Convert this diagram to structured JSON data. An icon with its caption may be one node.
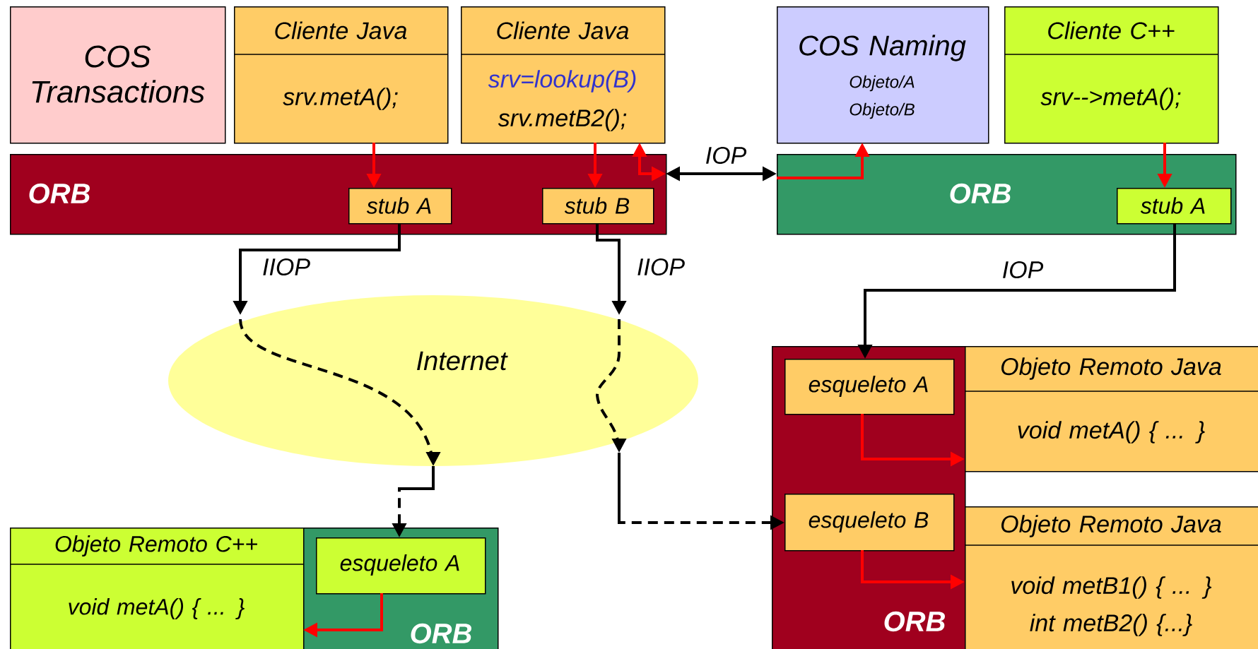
{
  "diagram": {
    "nodes": [
      {
        "text": [
          "COS Transactions"
        ]
      },
      {
        "text": [
          "Cliente Java",
          "srv.metA();"
        ]
      },
      {
        "text": [
          "Cliente Java",
          "srv=lookup(B)",
          "srv.metB2();"
        ]
      },
      {
        "text": [
          "COS Naming",
          "Objeto/A",
          "Objeto/B"
        ]
      },
      {
        "text": [
          "Cliente C++",
          "srv-->metA();"
        ]
      },
      {
        "text": [
          "ORB"
        ]
      },
      {
        "text": [
          "stub A"
        ],
        "in": 5
      },
      {
        "text": [
          "stub B"
        ],
        "in": 5
      },
      {
        "text": [
          "ORB"
        ]
      },
      {
        "text": [
          "stub A"
        ],
        "in": 8
      },
      {
        "text": [
          "Internet"
        ]
      },
      {
        "text": [
          "ORB"
        ]
      },
      {
        "text": [
          "esqueleto A"
        ],
        "in": 11
      },
      {
        "text": [
          "Objeto Remoto Java",
          "void metA() { ... }"
        ]
      },
      {
        "text": [
          "esqueleto B"
        ],
        "in": 11
      },
      {
        "text": [
          "Objeto Remoto Java",
          "void metB1() { ... }",
          "int metB2() {...}"
        ]
      },
      {
        "text": [
          "Objeto Remoto C++",
          "void metA() { ... }"
        ]
      },
      {
        "text": [
          "ORB"
        ]
      },
      {
        "text": [
          "esqueleto A"
        ],
        "in": 17
      }
    ],
    "edges": [
      {
        "from": 1,
        "to": 6,
        "arrow": "to"
      },
      {
        "from": 2,
        "to": 7,
        "arrow": "to"
      },
      {
        "from": 2,
        "to": 5,
        "arrow": "both"
      },
      {
        "from": 5,
        "to": 8,
        "arrow": "both",
        "label": "IOP",
        "color": "#000000"
      },
      {
        "from": 8,
        "to": 3,
        "arrow": "to"
      },
      {
        "from": 4,
        "to": 9,
        "arrow": "to"
      },
      {
        "from": 6,
        "to": 10,
        "arrow": "to",
        "label": "IIOP",
        "color": "#000000"
      },
      {
        "from": 10,
        "to": 18,
        "arrow": "to",
        "style": "dashed",
        "color": "#000000"
      },
      {
        "from": 7,
        "to": 10,
        "arrow": "to",
        "label": "IIOP",
        "color": "#000000"
      },
      {
        "from": 10,
        "to": 14,
        "arrow": "to",
        "style": "dashed",
        "color": "#000000"
      },
      {
        "from": 9,
        "to": 12,
        "arrow": "to",
        "label": "IOP",
        "color": "#000000"
      },
      {
        "from": 12,
        "to": 13,
        "arrow": "to"
      },
      {
        "from": 14,
        "to": 15,
        "arrow": "to"
      },
      {
        "from": 18,
        "to": 16,
        "arrow": "to"
      }
    ]
  }
}
